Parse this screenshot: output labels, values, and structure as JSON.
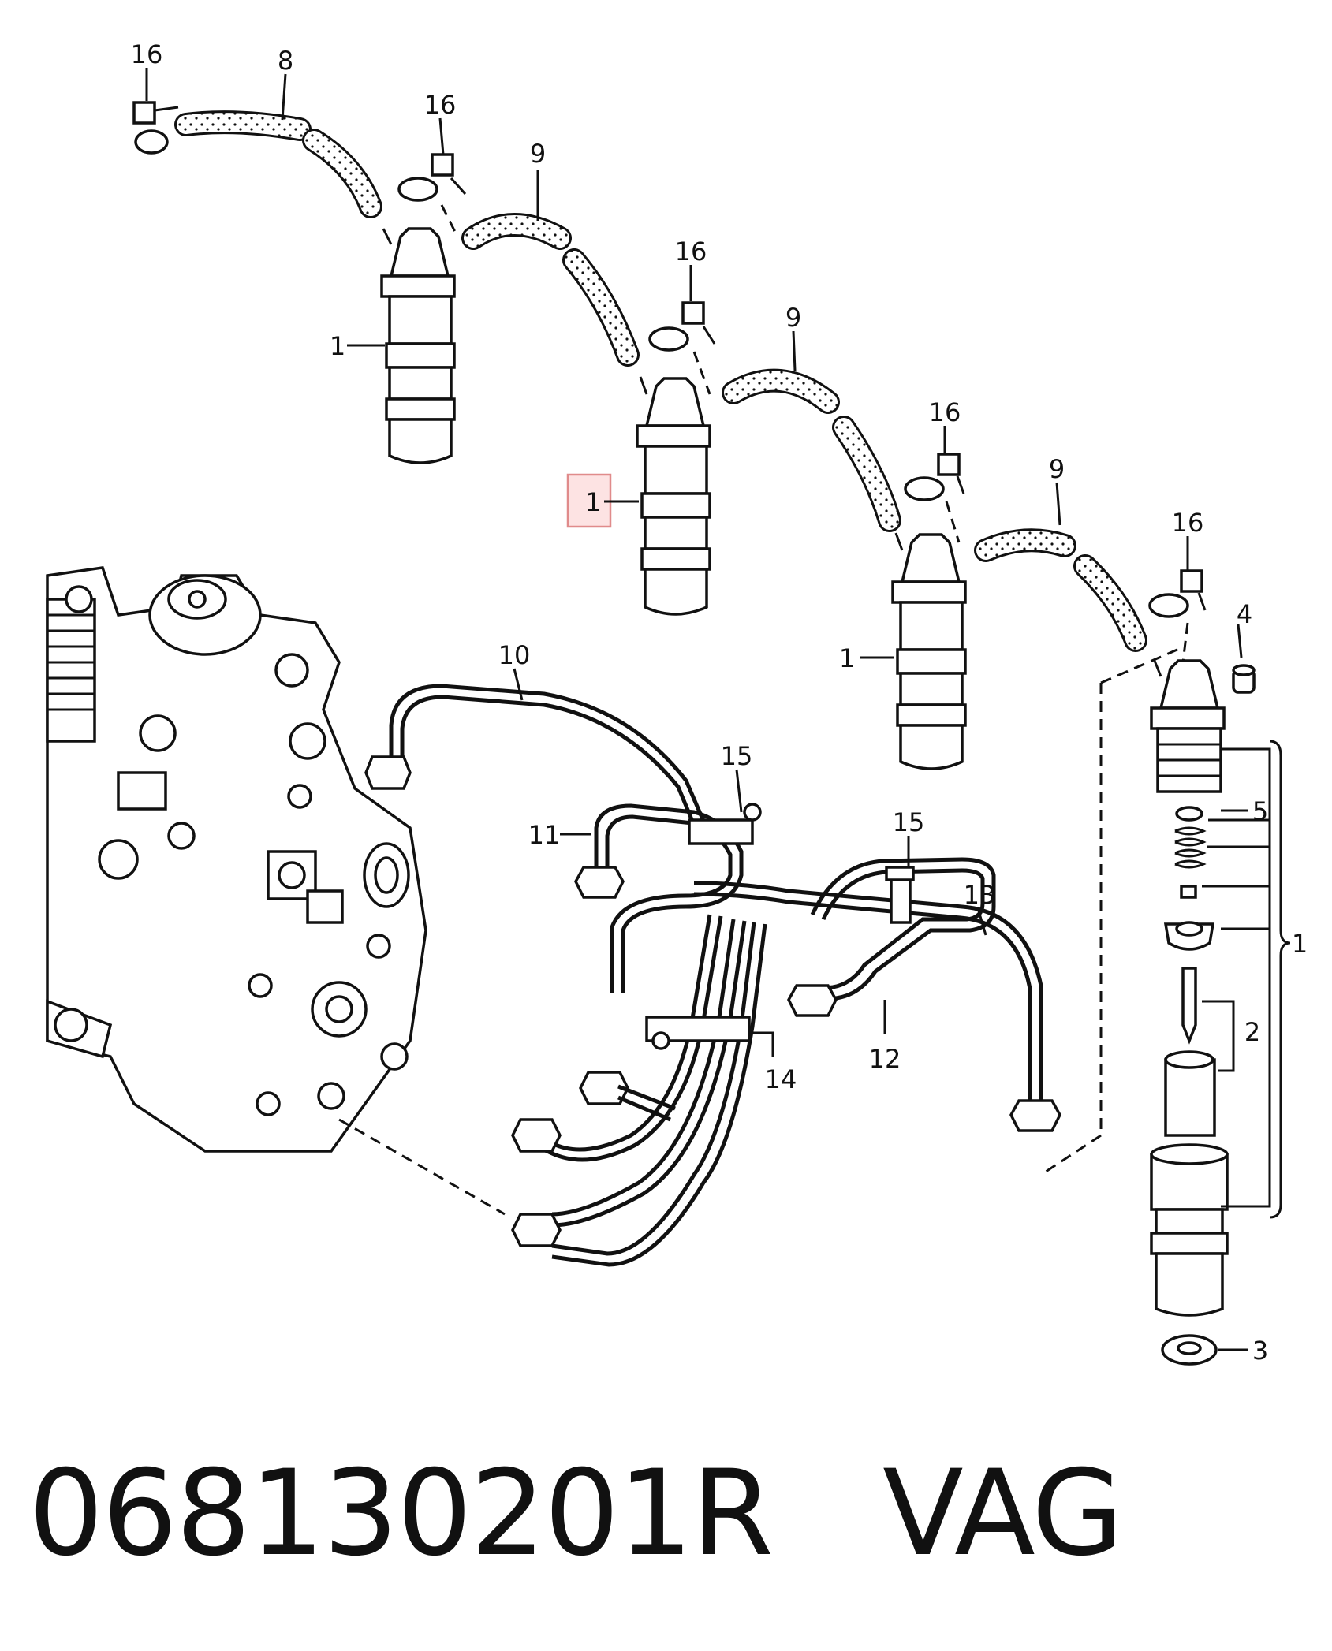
{
  "callouts": {
    "c16a": "16",
    "c8": "8",
    "c16b": "16",
    "c9a": "9",
    "c16c": "16",
    "c9b": "9",
    "c1a": "1",
    "c1b": "1",
    "c16d": "16",
    "c9c": "9",
    "c16e": "16",
    "c4": "4",
    "c1c": "1",
    "c10": "10",
    "c15a": "15",
    "c11": "11",
    "c15b": "15",
    "c13": "13",
    "c5": "5",
    "c1d": "1",
    "c2": "2",
    "c14": "14",
    "c12": "12",
    "c3": "3"
  },
  "footer": {
    "part_number": "068130201R",
    "brand": "VAG"
  },
  "colors": {
    "line": "#111111",
    "highlight_fill": "#fde3e3",
    "highlight_border": "#e08b8b"
  }
}
